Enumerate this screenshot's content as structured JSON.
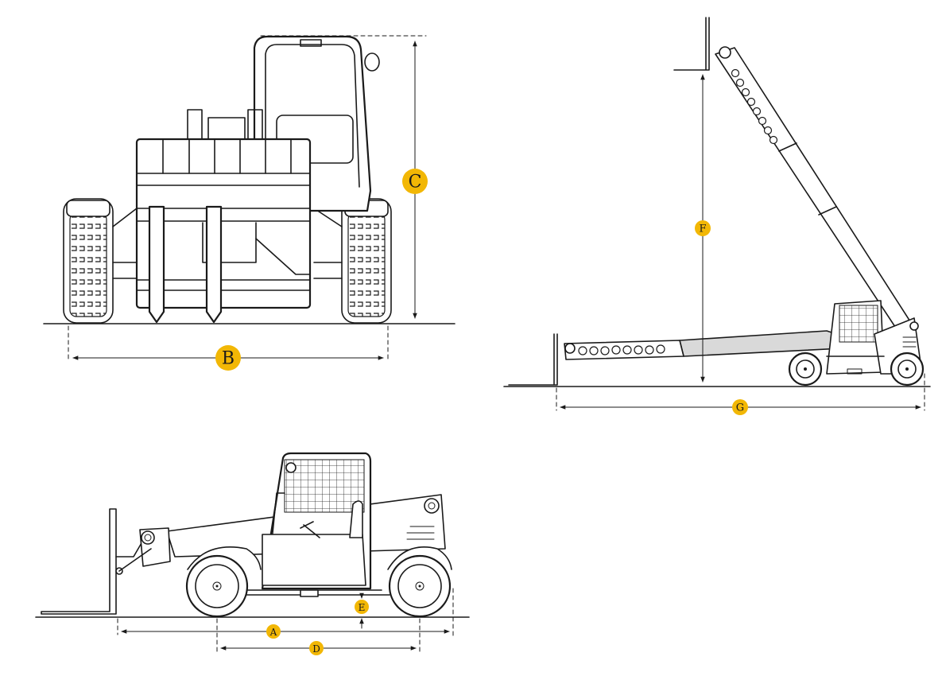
{
  "colors": {
    "badge": "#f2b705",
    "line": "#1a1a1a",
    "boom_shade": "#d9d9d9"
  },
  "views": {
    "front": {
      "labels": {
        "height": "C",
        "width": "B"
      }
    },
    "raised": {
      "labels": {
        "lift_height": "F",
        "reach": "G"
      }
    },
    "side": {
      "labels": {
        "overall_length": "A",
        "ground_clearance": "E",
        "wheelbase": "D"
      }
    }
  }
}
